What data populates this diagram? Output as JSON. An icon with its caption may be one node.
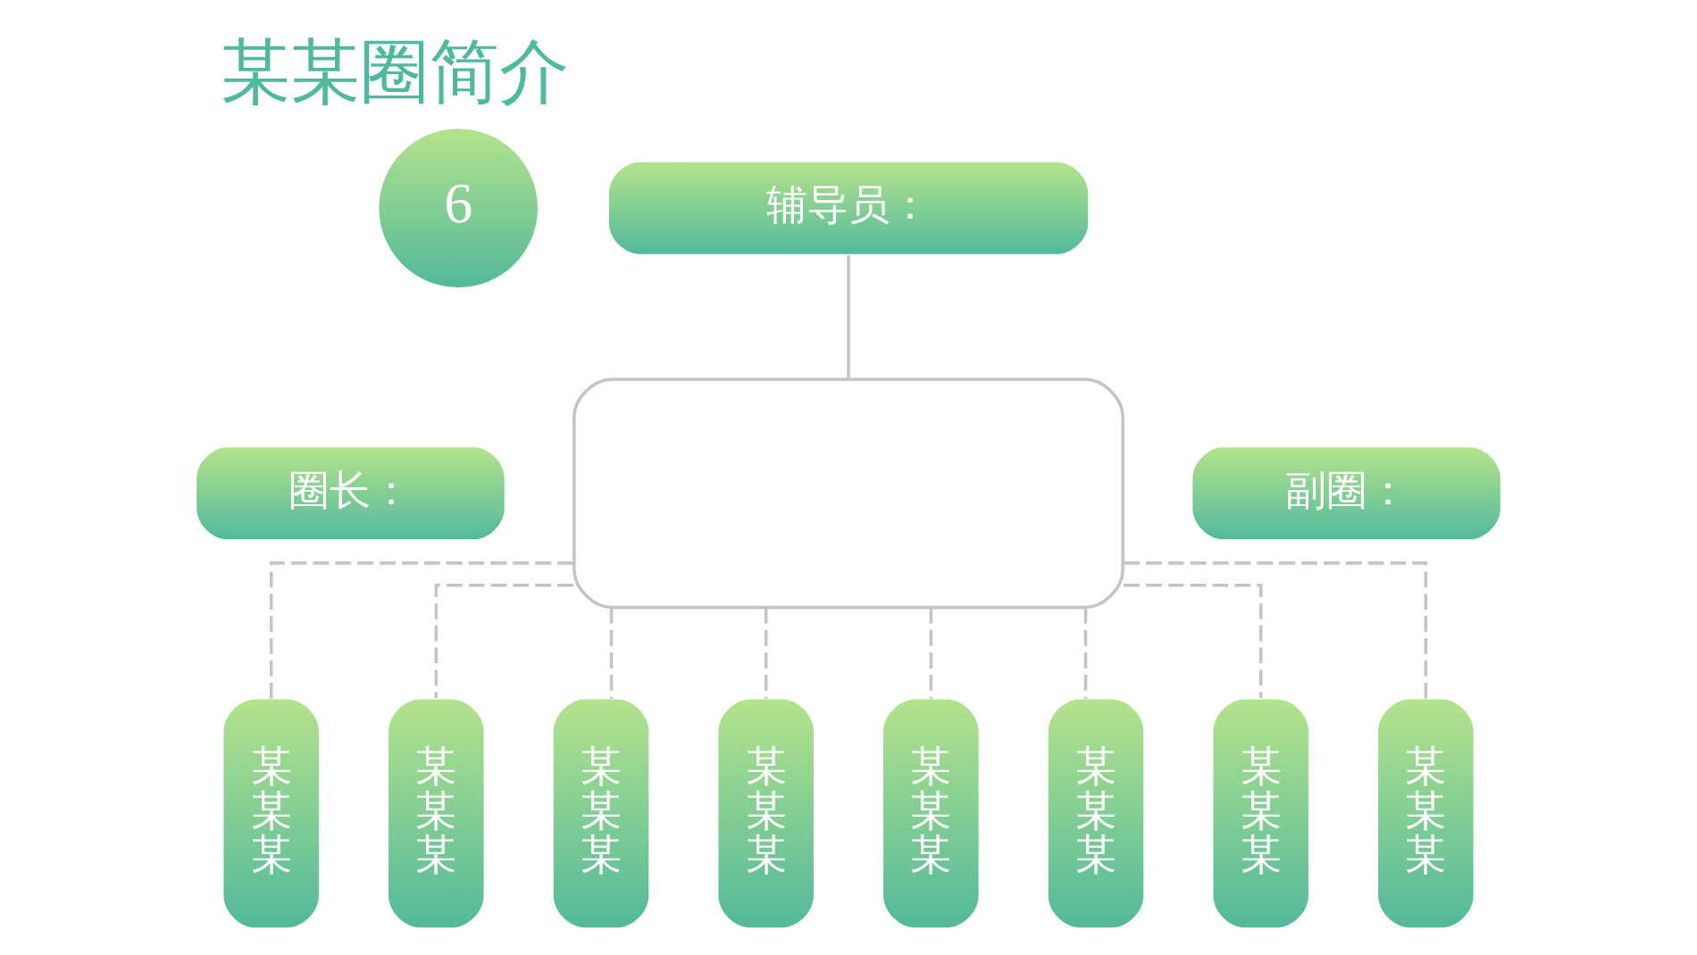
{
  "diagram": {
    "title": "某某圈简介",
    "nodes": [
      {
        "text": [
          "6"
        ]
      },
      {
        "text": [
          "辅导员："
        ]
      },
      {
        "text": [],
        "shape": "box"
      },
      {
        "text": [
          "圈长："
        ]
      },
      {
        "text": [
          "副圈："
        ]
      },
      {
        "text": [
          "某某某"
        ]
      },
      {
        "text": [
          "某某某"
        ]
      },
      {
        "text": [
          "某某某"
        ]
      },
      {
        "text": [
          "某某某"
        ]
      },
      {
        "text": [
          "某某某"
        ]
      },
      {
        "text": [
          "某某某"
        ]
      },
      {
        "text": [
          "某某某"
        ]
      },
      {
        "text": [
          "某某某"
        ]
      }
    ],
    "edges": [
      {
        "from": 1,
        "to": 2,
        "arrow": "none"
      },
      {
        "from": 2,
        "to": 5,
        "arrow": "none",
        "style": "dashed"
      },
      {
        "from": 2,
        "to": 6,
        "arrow": "none",
        "style": "dashed"
      },
      {
        "from": 2,
        "to": 7,
        "arrow": "none",
        "style": "dashed"
      },
      {
        "from": 2,
        "to": 8,
        "arrow": "none",
        "style": "dashed"
      },
      {
        "from": 2,
        "to": 9,
        "arrow": "none",
        "style": "dashed"
      },
      {
        "from": 2,
        "to": 10,
        "arrow": "none",
        "style": "dashed"
      },
      {
        "from": 2,
        "to": 11,
        "arrow": "none",
        "style": "dashed"
      },
      {
        "from": 2,
        "to": 12,
        "arrow": "none",
        "style": "dashed"
      }
    ]
  }
}
